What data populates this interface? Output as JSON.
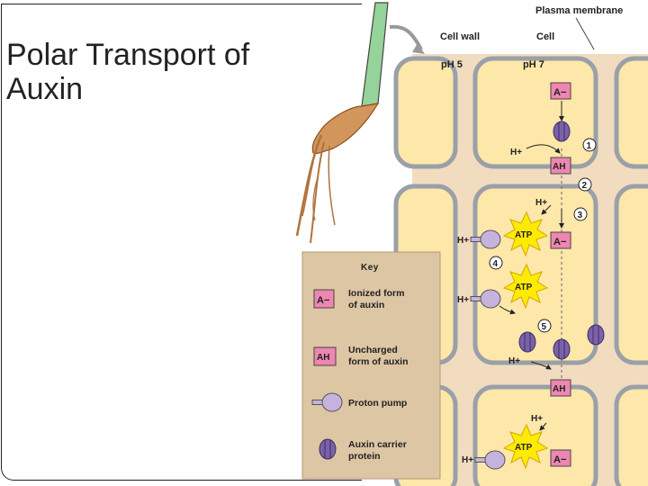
{
  "slide": {
    "title": "Polar Transport of Auxin"
  },
  "diagram": {
    "labels": {
      "plasma_membrane": "Plasma membrane",
      "cell_wall": "Cell wall",
      "cell": "Cell",
      "ph_wall": "pH 5",
      "ph_cell": "pH 7"
    },
    "molecules": {
      "ionized": "A−",
      "uncharged": "AH",
      "proton": "H+",
      "atp": "ATP"
    },
    "steps": [
      "1",
      "2",
      "3",
      "4",
      "5"
    ],
    "key": {
      "heading": "Key",
      "ionized_line1": "Ionized form",
      "ionized_line2": "of auxin",
      "uncharged_line1": "Uncharged",
      "uncharged_line2": "form of auxin",
      "proton_pump": "Proton pump",
      "carrier_line1": "Auxin carrier",
      "carrier_line2": "protein"
    },
    "colors": {
      "cytoplasm": "#fde7a9",
      "wall": "#f1dcc0",
      "membrane": "#9aa0a8",
      "ionized_box": "#ee86b2",
      "atp_star": "#ffeb00",
      "pump": "#c6b3dd",
      "carrier": "#7b62a8",
      "key_bg": "#ddc6a4",
      "shoot_green": "#96d39a",
      "seed_brown": "#d2955c"
    }
  }
}
